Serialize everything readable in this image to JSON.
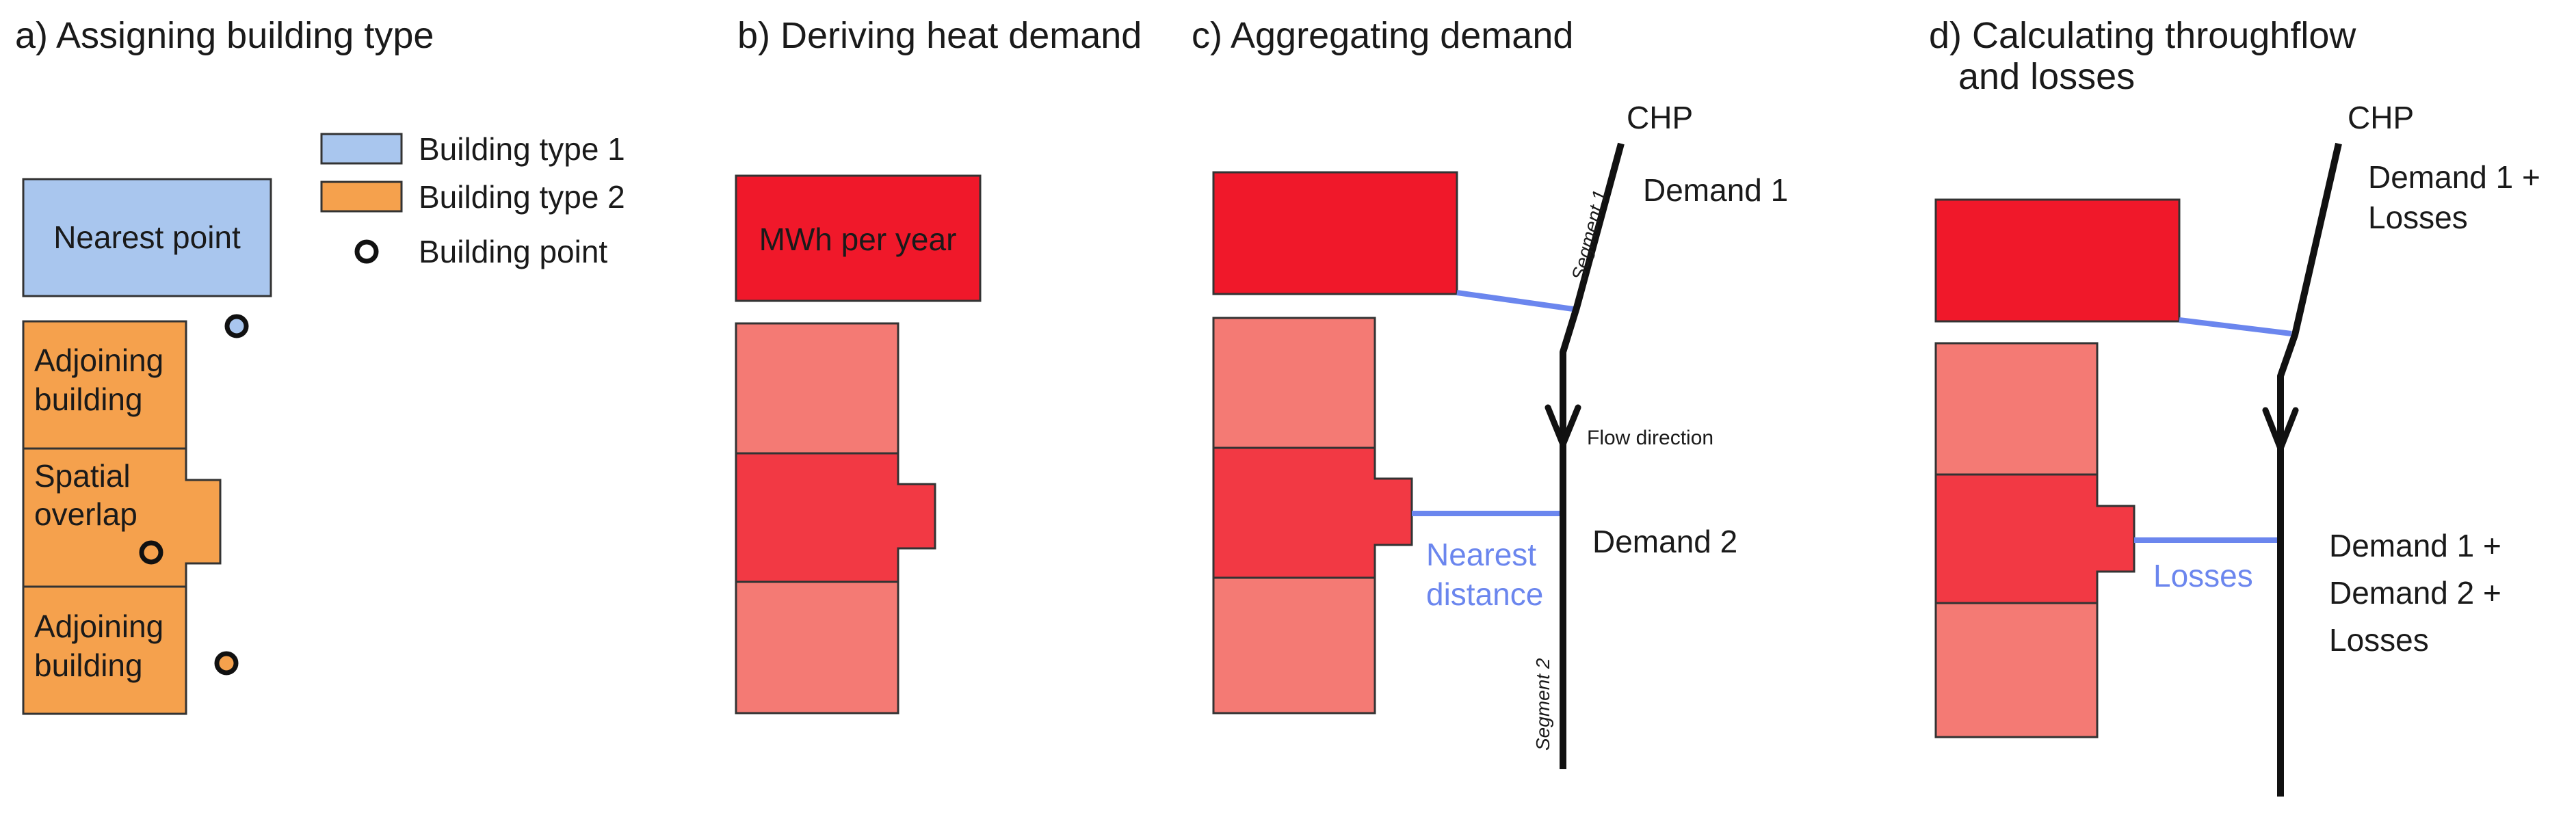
{
  "panels": {
    "a": {
      "title": "a) Assigning building type",
      "nearest_point": "Nearest point",
      "adjoining_building_top": [
        "Adjoining",
        "building"
      ],
      "spatial_overlap": [
        "Spatial",
        "overlap"
      ],
      "adjoining_building_bottom": [
        "Adjoining",
        "building"
      ],
      "legend": {
        "type1": "Building type 1",
        "type2": "Building type 2",
        "point": "Building point"
      }
    },
    "b": {
      "title": "b) Deriving heat demand",
      "mwh_label": "MWh per year"
    },
    "c": {
      "title": "c) Aggregating demand",
      "chp": "CHP",
      "segment1": "Segment 1",
      "segment2": "Segment 2",
      "demand1": "Demand 1",
      "demand2": "Demand 2",
      "flow_direction": "Flow direction",
      "nearest_distance": [
        "Nearest",
        "distance"
      ]
    },
    "d": {
      "title": [
        "d) Calculating throughflow",
        "and losses"
      ],
      "chp": "CHP",
      "demand_top": [
        "Demand 1 +",
        "Losses"
      ],
      "demand_bottom": [
        "Demand 1 +",
        "Demand 2 +",
        "Losses"
      ],
      "losses": "Losses"
    }
  },
  "colors": {
    "type1_blue": "#a9c6ee",
    "type2_orange": "#f5a14d",
    "red_strong": "#f0182a",
    "red_medium": "#f23944",
    "red_light": "#f47a74",
    "connector_blue": "#6b86ee",
    "line_black": "#111111"
  }
}
